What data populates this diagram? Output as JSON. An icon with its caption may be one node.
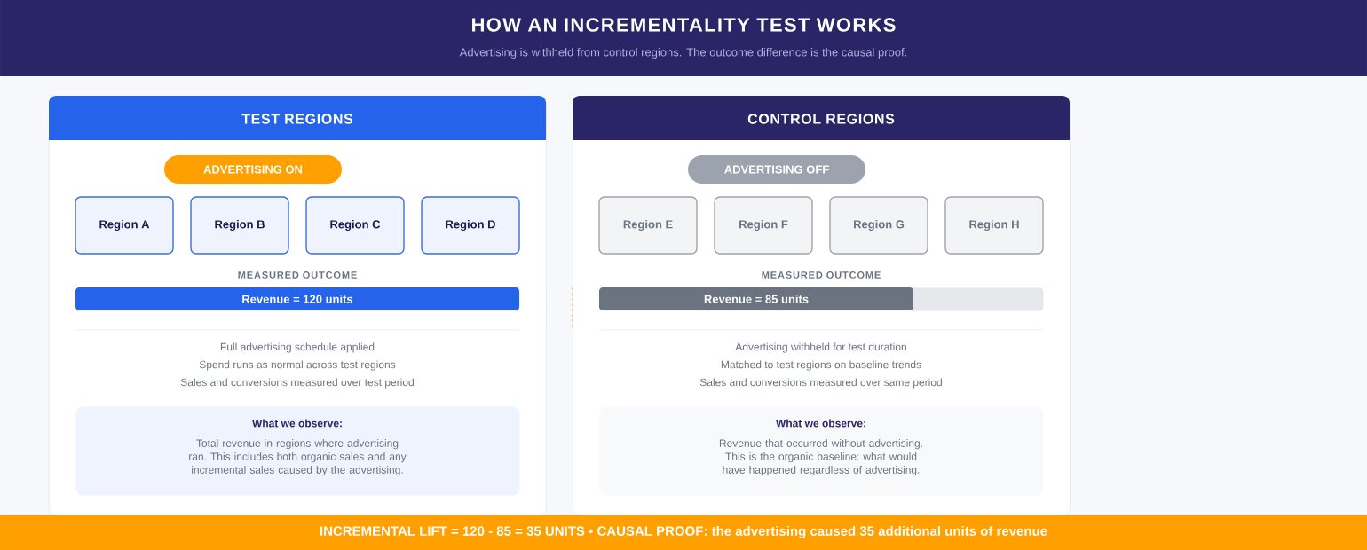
{
  "diagram": {
    "title": "HOW AN INCREMENTALITY TEST WORKS",
    "nodes": [
      {
        "text": [
          "TEST REGIONS",
          "MEASURED OUTCOME",
          "Full advertising schedule applied",
          "Spend runs as normal across test regions",
          "Sales and conversions measured over test period"
        ]
      },
      {
        "text": [
          "ADVERTISING ON"
        ],
        "in": 0
      },
      {
        "text": [
          "Region A"
        ],
        "in": 0
      },
      {
        "text": [
          "Region B"
        ],
        "in": 0
      },
      {
        "text": [
          "Region C"
        ],
        "in": 0
      },
      {
        "text": [
          "Region D"
        ],
        "in": 0
      },
      {
        "text": [
          "Revenue = 120 units"
        ],
        "in": 0
      },
      {
        "text": [
          "What we observe:",
          "Total revenue in regions where advertising ran. This includes both organic sales and any incremental sales caused by the advertising."
        ],
        "in": 0
      },
      {
        "text": [
          "CONTROL REGIONS",
          "MEASURED OUTCOME",
          "Advertising withheld for test duration",
          "Matched to test regions on baseline trends",
          "Sales and conversions measured over same period"
        ]
      },
      {
        "text": [
          "ADVERTISING OFF"
        ],
        "in": 8
      },
      {
        "text": [
          "Region E"
        ],
        "in": 8
      },
      {
        "text": [
          "Region F"
        ],
        "in": 8
      },
      {
        "text": [
          "Region G"
        ],
        "in": 8
      },
      {
        "text": [
          "Region H"
        ],
        "in": 8
      },
      {
        "text": [
          "Revenue = 85 units"
        ],
        "in": 8
      },
      {
        "text": [
          "What we observe:",
          "Revenue that occurred without advertising. This is the organic baseline: what would have happened regardless of advertising."
        ],
        "in": 8
      },
      {
        "text": [
          "INCREMENTAL LIFT = 120 - 85 = 35 UNITS • CAUSAL PROOF: the advertising caused 35 additional units of revenue"
        ]
      }
    ],
    "labels": [
      "Advertising is withheld from control regions. The outcome difference is the causal proof."
    ]
  }
}
